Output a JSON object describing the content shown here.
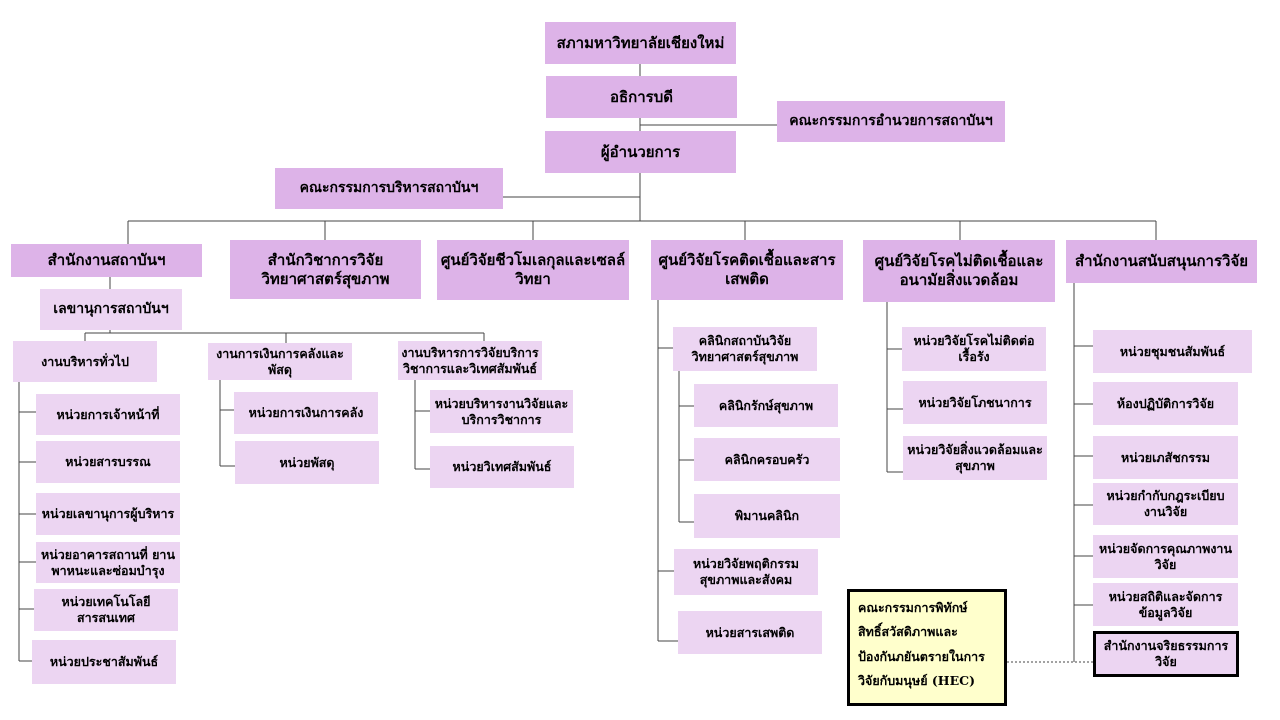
{
  "university_council": "สภามหาวิทยาลัยเชียงใหม่",
  "president": "อธิการบดี",
  "institute_management_committee_top": "คณะกรรมการอำนวยการสถาบันฯ",
  "director": "ผู้อำนวยการ",
  "institute_admin_committee": "คณะกรรมการบริหารสถาบันฯ",
  "departments": {
    "office": "สำนักงานสถาบันฯ",
    "academic": "สำนักวิชาการวิจัย วิทยาศาสตร์สุขภาพ",
    "molecular": "ศูนย์วิจัยชีวโมเลกุลและเซลล์วิทยา",
    "infectious": "ศูนย์วิจัยโรคติดเชื้อและสารเสพติด",
    "noncommunicable": "ศูนย์วิจัยโรคไม่ติดเชื้อและอนามัยสิ่งแวดล้อม",
    "support": "สำนักงานสนับสนุนการวิจัย"
  },
  "office_secretary": "เลขานุการสถาบันฯ",
  "office_sections": {
    "general": "งานบริหารทั่วไป",
    "finance": "งานการเงินการคลังและพัสดุ",
    "research_services": "งานบริหารการวิจัยบริการวิชาการและวิเทศสัมพันธ์"
  },
  "general_units": [
    "หน่วยการเจ้าหน้าที่",
    "หน่วยสารบรรณ",
    "หน่วยเลขานุการผู้บริหาร",
    "หน่วยอาคารสถานที่ ยานพาหนะและซ่อมบำรุง",
    "หน่วยเทคโนโลยีสารสนเทศ",
    "หน่วยประชาสัมพันธ์"
  ],
  "finance_units": [
    "หน่วยการเงินการคลัง",
    "หน่วยพัสดุ"
  ],
  "research_service_units": [
    "หน่วยบริหารงานวิจัยและบริการวิชาการ",
    "หน่วยวิเทศสัมพันธ์"
  ],
  "infectious": {
    "clinic": "คลินิกสถาบันวิจัย วิทยาศาสตร์สุขภาพ",
    "clinic_units": [
      "คลินิกรักษ์สุขภาพ",
      "คลินิกครอบครัว",
      "พิมานคลินิก"
    ],
    "behavior_unit": "หน่วยวิจัยพฤติกรรมสุขภาพและสังคม",
    "drug_unit": "หน่วยสารเสพติด"
  },
  "noncommunicable_units": [
    "หน่วยวิจัยโรคไม่ติดต่อเรื้อรัง",
    "หน่วยวิจัยโภชนาการ",
    "หน่วยวิจัยสิ่งแวดล้อมและสุขภาพ"
  ],
  "support_units": [
    "หน่วยชุมชนสัมพันธ์",
    "ห้องปฏิบัติการวิจัย",
    "หน่วยเภสัชกรรม",
    "หน่วยกำกับกฎระเบียบงานวิจัย",
    "หน่วยจัดการคุณภาพงานวิจัย",
    "หน่วยสถิติและจัดการข้อมูลวิจัย"
  ],
  "ethics_office": "สำนักงานจริยธรรมการวิจัย",
  "hec_lines": [
    "คณะกรรมการพิทักษ์",
    "สิทธิ์สวัสดิภาพและ",
    "ป้องกันภยันตรายในการ",
    "วิจัยกับมนุษย์ (HEC)"
  ],
  "colors": {
    "box_dark": "#ddb3e8",
    "box_light": "#ecd5f2",
    "hec_fill": "#ffffcc"
  }
}
